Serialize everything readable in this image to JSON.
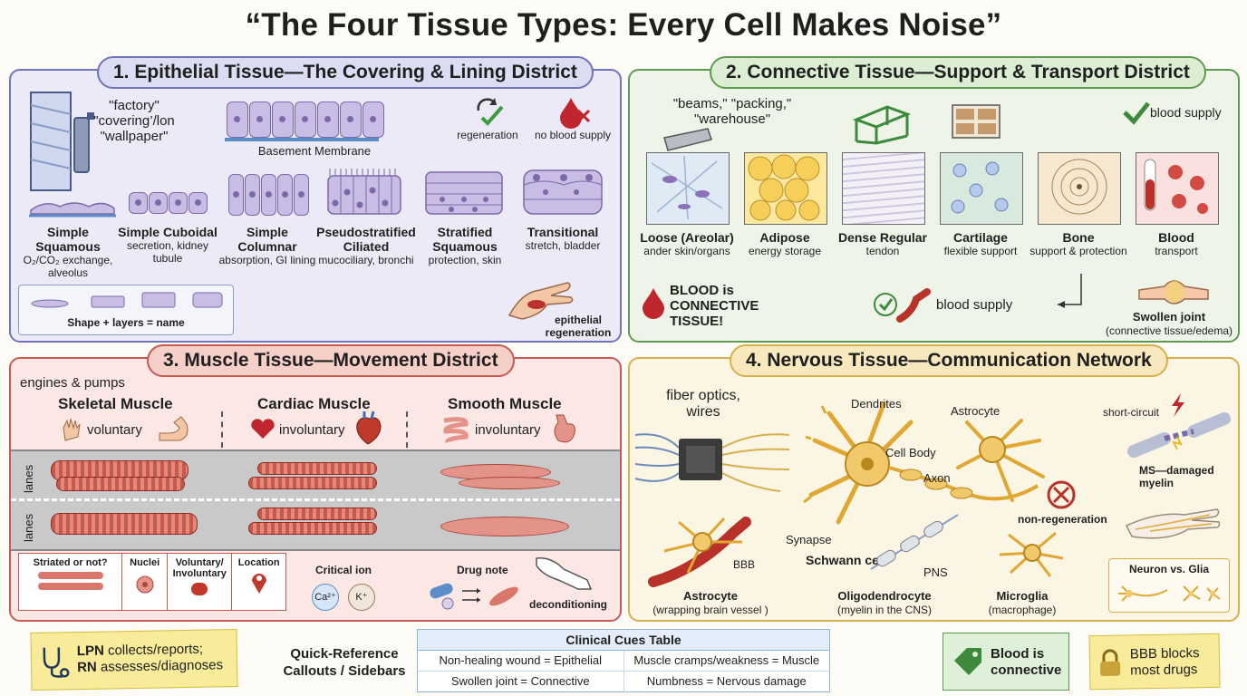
{
  "title": "“The Four Tissue Types: Every Cell Makes Noise”",
  "epithelial": {
    "heading": "1. Epithelial Tissue—The Covering & Lining District",
    "analogy": [
      "\"factory\"",
      "\"covering’/lon",
      "\"wallpaper\""
    ],
    "basement_membrane": "Basement Membrane",
    "regeneration": "regeneration",
    "no_blood_supply": "no blood supply",
    "types": [
      {
        "name": "Simple Squamous",
        "desc": "O₂/CO₂ exchange, alveolus"
      },
      {
        "name": "Simple Cuboidal",
        "desc": "secretion, kidney tubule"
      },
      {
        "name": "Simple Columnar",
        "desc": "absorption, GI lining"
      },
      {
        "name": "Pseudostratified Ciliated",
        "desc": "mucociliary, bronchi"
      },
      {
        "name": "Stratified Squamous",
        "desc": "protection, skin"
      },
      {
        "name": "Transitional",
        "desc": "stretch, bladder"
      }
    ],
    "shape_layers": "Shape + layers = name",
    "epithelial_regeneration": "epithelial regeneration"
  },
  "connective": {
    "heading": "2. Connective Tissue—Support & Transport District",
    "analogy": "\"beams,\" \"packing,\" \"warehouse\"",
    "blood_supply_top": "blood supply",
    "types": [
      {
        "name": "Loose (Areolar)",
        "desc": "ander skin/organs"
      },
      {
        "name": "Adipose",
        "desc": "energy storage"
      },
      {
        "name": "Dense Regular",
        "desc": "tendon"
      },
      {
        "name": "Cartilage",
        "desc": "flexible support"
      },
      {
        "name": "Bone",
        "desc": "support & protection"
      },
      {
        "name": "Blood",
        "desc": "transport"
      }
    ],
    "blood_is_connective": "BLOOD is CONNECTIVE TISSUE!",
    "blood_supply_bottom": "blood supply",
    "swollen_joint": "Swollen joint",
    "swollen_joint_note": "(connective tissue/edema)"
  },
  "muscle": {
    "heading": "3. Muscle Tissue—Movement District",
    "engines": "engines & pumps",
    "types": [
      {
        "name": "Skeletal Muscle",
        "control": "voluntary"
      },
      {
        "name": "Cardiac Muscle",
        "control": "involuntary"
      },
      {
        "name": "Smooth Muscle",
        "control": "involuntary"
      }
    ],
    "lanes": "lanes",
    "table_cols": [
      "Striated or not?",
      "Nuclei",
      "Voluntary/ Involuntary",
      "Location"
    ],
    "critical_ion": "Critical ion",
    "ions": [
      "Ca²⁺",
      "K⁺"
    ],
    "drug_note": "Drug note",
    "deconditioning": "deconditioning"
  },
  "nervous": {
    "heading": "4. Nervous Tissue—Communication Network",
    "analogy": "fiber optics, wires",
    "dendrites": "Dendrites",
    "astrocyte_top": "Astrocyte",
    "cell_body": "Cell Body",
    "axon": "Axon",
    "synapse": "Synapse",
    "schwann": "Schwann cell",
    "pns": "PNS",
    "bbb": "BBB",
    "non_regeneration": "non-regeneration",
    "short_circuit": "short-circuit",
    "ms": "MS—damaged myelin",
    "astrocyte": "Astrocyte",
    "astrocyte_note": "(wrapping brain vessel )",
    "oligo": "Oligodendrocyte",
    "oligo_note": "(myelin in the CNS)",
    "microglia": "Microglia",
    "microglia_note": "(macrophage)",
    "neuron_glia": "Neuron vs. Glia"
  },
  "footer": {
    "lpn_line1_bold": "LPN",
    "lpn_line1": "collects/reports;",
    "rn_line2_bold": "RN",
    "rn_line2": "assesses/diagnoses",
    "quick_ref": "Quick-Reference Callouts / Sidebars",
    "clinical_title": "Clinical Cues Table",
    "clinical_rows": [
      [
        "Non-healing wound = Epithelial",
        "Muscle cramps/weakness = Muscle"
      ],
      [
        "Swollen joint = Connective",
        "Numbness = Nervous damage"
      ]
    ],
    "blood_connective": "Blood is connective",
    "bbb_blocks": "BBB blocks most drugs"
  },
  "colors": {
    "epithelial": "#6f74b8",
    "connective": "#5f9a52",
    "muscle": "#c55a52",
    "nervous": "#d7b04c"
  }
}
